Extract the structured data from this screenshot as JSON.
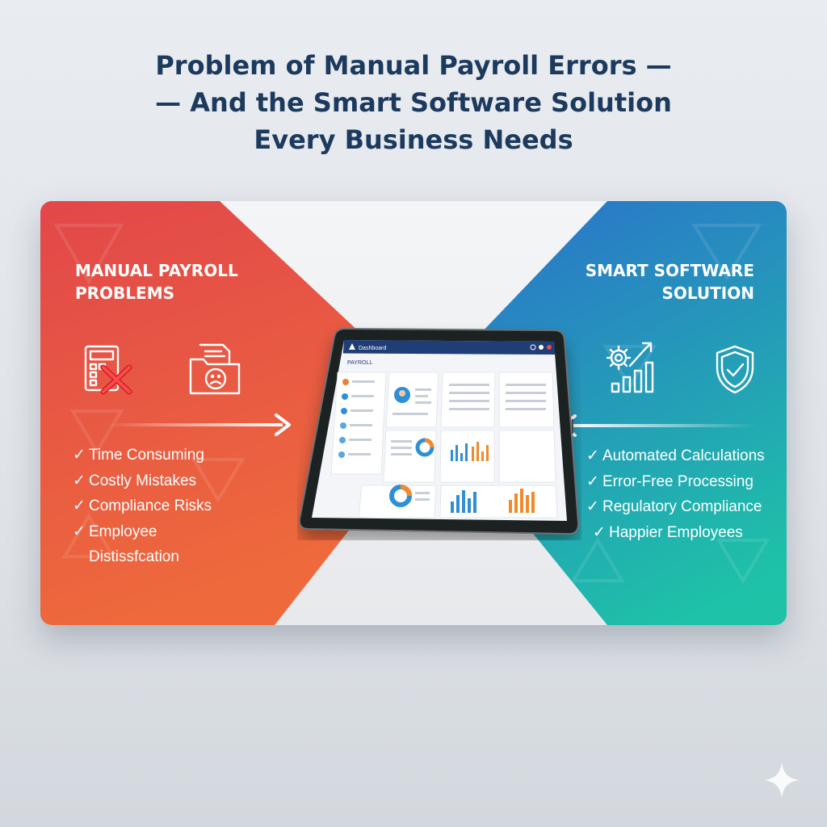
{
  "headline": {
    "line1": "Problem of Manual Payroll Errors —",
    "line2": "— And the Smart Software Solution",
    "line3": "Every Business Needs"
  },
  "left_panel": {
    "title_line1": "MANUAL PAYROLL",
    "title_line2": "PROBLEMS",
    "check_glyph": "✓",
    "items": [
      "Time Consuming",
      "Costly Mistakes",
      "Compliance Risks",
      "Employee"
    ],
    "item_continuation": "Distissfcation",
    "icons": [
      "calculator-error-icon",
      "sad-folder-icon",
      "arrow-right-icon"
    ],
    "gradient_colors": [
      "#e2474a",
      "#ec6a3f"
    ]
  },
  "right_panel": {
    "title_line1": "SMART SOFTWARE",
    "title_line2": "SOLUTION",
    "check_glyph": "✓",
    "items": [
      "Automated Calculations",
      "Error-Free Processing",
      "Regulatory Compliance",
      "Happier Employees"
    ],
    "icons": [
      "gear-growth-icon",
      "shield-check-icon",
      "arrow-left-icon"
    ],
    "gradient_colors": [
      "#2a7cc7",
      "#1fc2a8"
    ]
  },
  "tablet": {
    "app_title": "Dashboard",
    "page_label": "PAYROLL",
    "icons": [
      "app-logo-icon",
      "settings-icon",
      "notification-icon",
      "user-icon"
    ]
  },
  "colors": {
    "headline": "#1c3a5e",
    "accent_blue": "#2f8fd6",
    "accent_orange": "#f08a2c"
  }
}
